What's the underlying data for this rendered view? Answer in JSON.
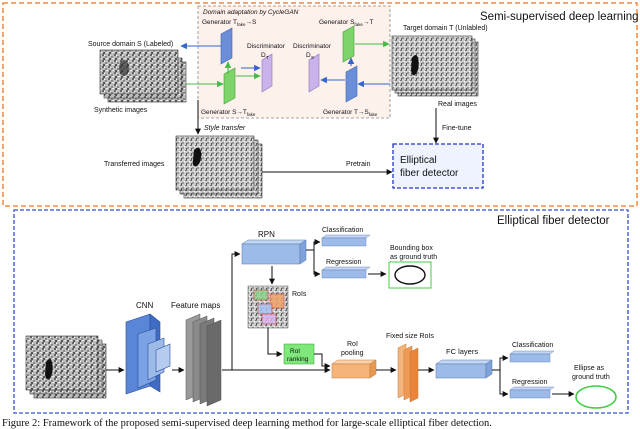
{
  "top_section": {
    "title": "Semi-supervised deep learning",
    "source_label": "Source domain S (Labeled)",
    "synthetic_label": "Synthetic images",
    "target_label": "Target domain T (Unlabled)",
    "real_label": "Real images",
    "domain_adaptation_label": "Domain adaptation by CycleGAN",
    "gen_tfake_s": "Generator T",
    "gen_tfake_s_sub": "fake",
    "gen_tfake_s_tail": "→S",
    "gen_sfake_t": "Generator S",
    "gen_sfake_t_sub": "fake",
    "gen_sfake_t_tail": "→T",
    "gen_s_tfake": "Generator S→T",
    "gen_s_tfake_sub": "fake",
    "gen_t_sfake": "Generator T→S",
    "gen_t_sfake_sub": "fake",
    "disc_t_label": "Discriminator",
    "disc_t_sym": "D",
    "disc_t_sub": "T",
    "disc_s_label": "Discriminator",
    "disc_s_sym": "D",
    "disc_s_sub": "S",
    "style_transfer": "Style transfer",
    "transferred_label": "Transferred images",
    "pretrain_label": "Pretrain",
    "finetune_label": "Fine-tune",
    "detector_line1": "Elliptical",
    "detector_line2": "fiber detector"
  },
  "bottom_section": {
    "title": "Elliptical fiber detector",
    "cnn_label": "CNN",
    "feature_maps_label": "Feature maps",
    "rpn_label": "RPN",
    "classification_top": "Classification",
    "regression_top": "Regression",
    "bbox_line1": "Bounding box",
    "bbox_line2": "as ground truth",
    "rois_label": "RoIs",
    "roi_ranking_line1": "RoI",
    "roi_ranking_line2": "ranking",
    "roi_pooling_line1": "RoI",
    "roi_pooling_line2": "pooling",
    "fixed_rois_label": "Fixed size RoIs",
    "fc_label": "FC layers",
    "classification_bottom": "Classification",
    "regression_bottom": "Regression",
    "ellipse_line1": "Ellipse as",
    "ellipse_line2": "ground truth"
  },
  "caption": "Figure 2: Framework of the proposed semi-supervised deep learning method for large-scale elliptical fiber detection.",
  "colors": {
    "section_border": "#f0883e",
    "detector_border": "#2233cc",
    "bottom_border": "#3355cc",
    "generator_blue": "#6a8fd8",
    "generator_green": "#7ed36a",
    "discriminator": "#c9b3ea",
    "rpn_box": "#9cbbe8",
    "roi_ranking": "#7ee87a",
    "roi_pooling": "#f5b57a",
    "ground_truth_green": "#44cc44"
  }
}
